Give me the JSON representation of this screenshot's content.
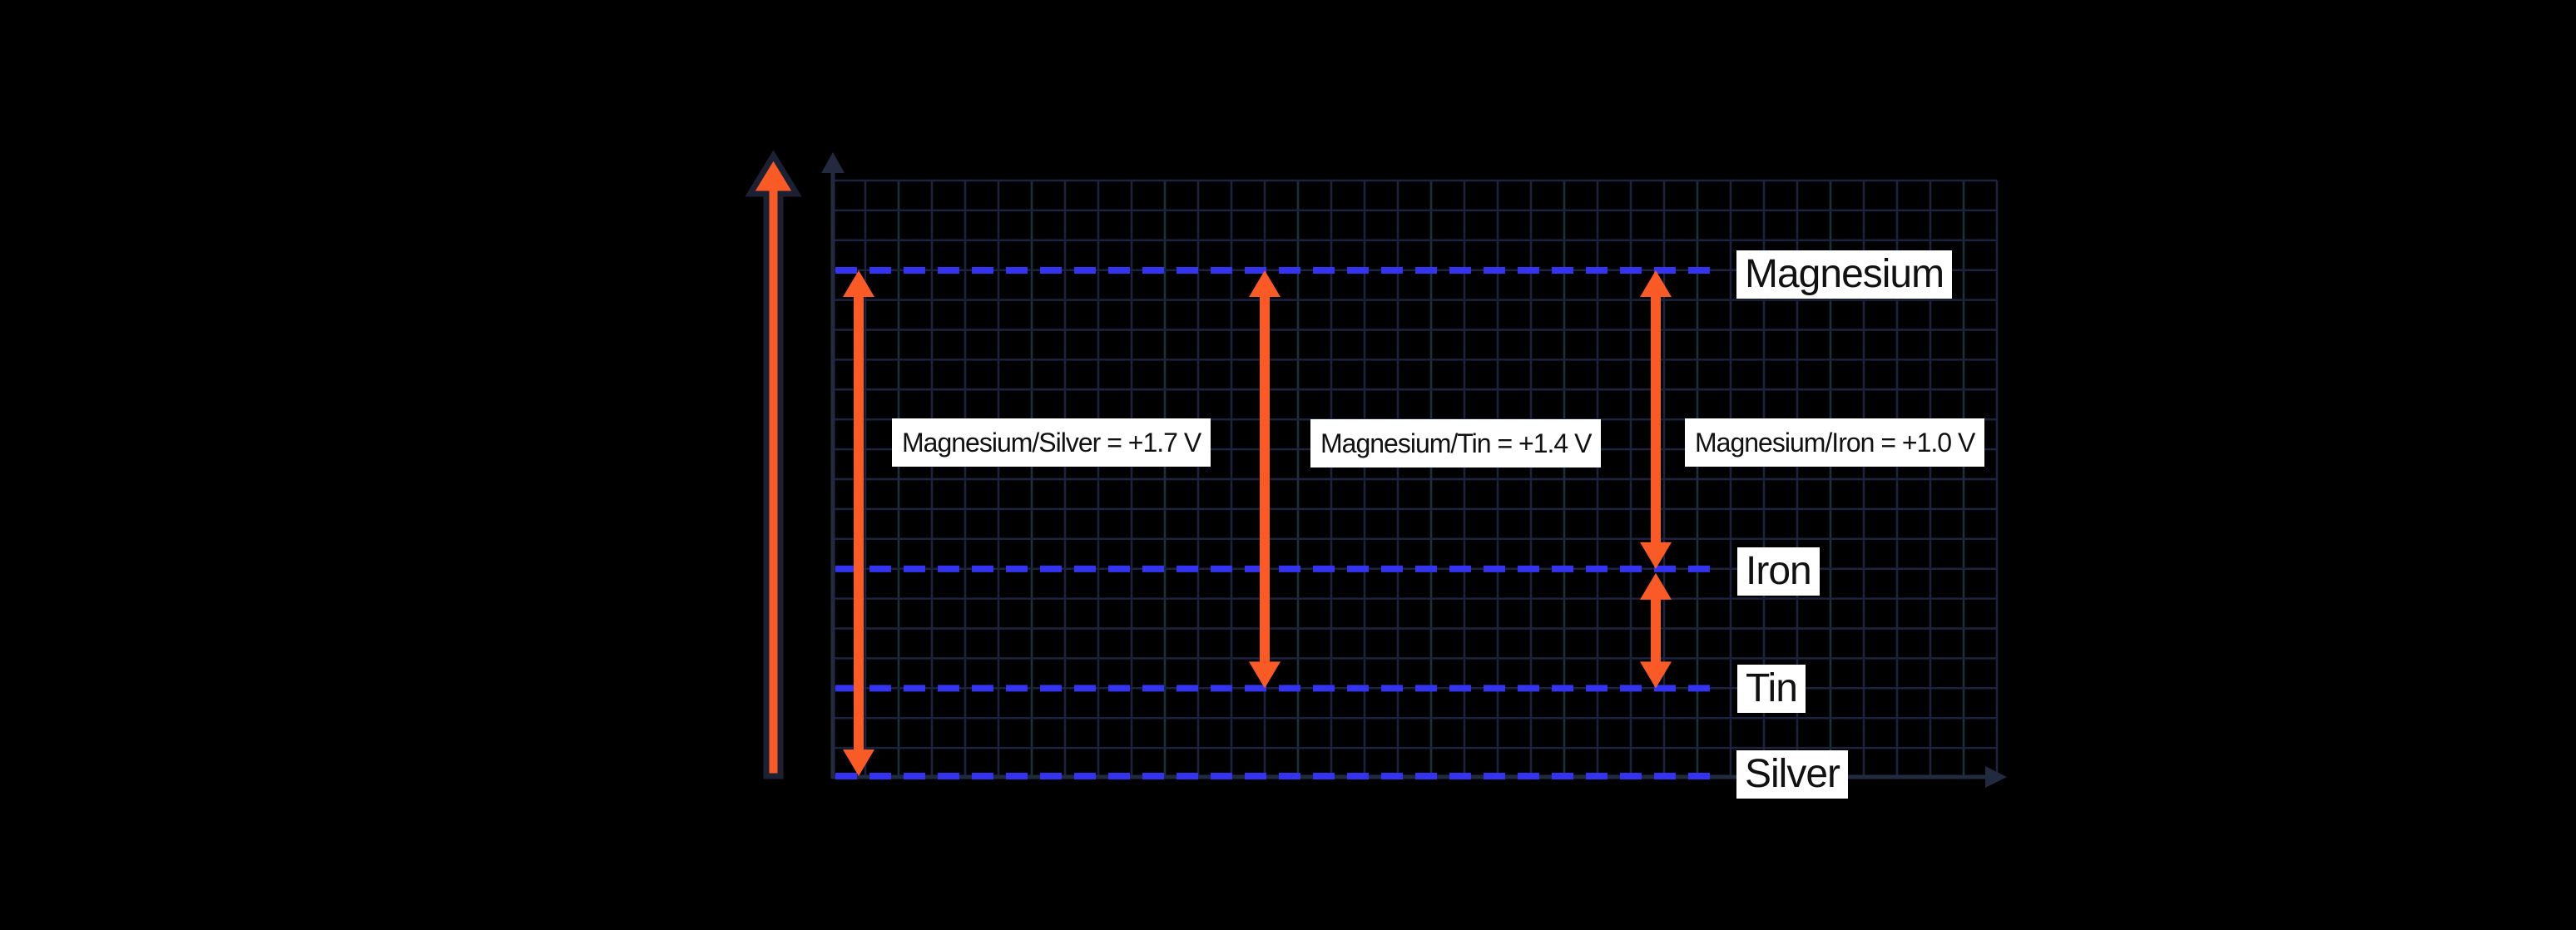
{
  "chart_data": {
    "type": "diagram",
    "subtype": "electrochemical-cell-potential-ladder",
    "background": "graph-grid",
    "grid": true,
    "axes": {
      "y_axis": {
        "arrow": "up",
        "label": ""
      },
      "x_axis": {
        "arrow": "right",
        "label": ""
      }
    },
    "volts_per_grid_row": 0.1,
    "levels": [
      {
        "label": "Magnesium",
        "relative_voltage_v": 1.7
      },
      {
        "label": "Iron",
        "relative_voltage_v": 0.7
      },
      {
        "label": "Tin",
        "relative_voltage_v": 0.3
      },
      {
        "label": "Silver",
        "relative_voltage_v": 0.0
      }
    ],
    "arrows": [
      {
        "from": "Magnesium",
        "to": "Silver",
        "label": "Magnesium/Silver = +1.7 V",
        "voltage_v": 1.7
      },
      {
        "from": "Magnesium",
        "to": "Tin",
        "label": "Magnesium/Tin = +1.4 V",
        "voltage_v": 1.4
      },
      {
        "from": "Magnesium",
        "to": "Iron",
        "label": "Magnesium/Iron = +1.0 V",
        "voltage_v": 1.0
      },
      {
        "from": "Iron",
        "to": "Tin",
        "label": ""
      }
    ],
    "big_arrow": {
      "direction": "up",
      "style": "orange-with-dark-outline"
    }
  },
  "colors": {
    "background": "#000000",
    "grid_line": "#1C2340",
    "grid_line_accent": "#17353C",
    "axis": "#222A40",
    "level_dash": "#3333F0",
    "arrow_orange": "#FA5A25",
    "big_arrow_outline": "#1B2133",
    "label_bg": "#FFFFFF",
    "label_text": "#111111"
  }
}
